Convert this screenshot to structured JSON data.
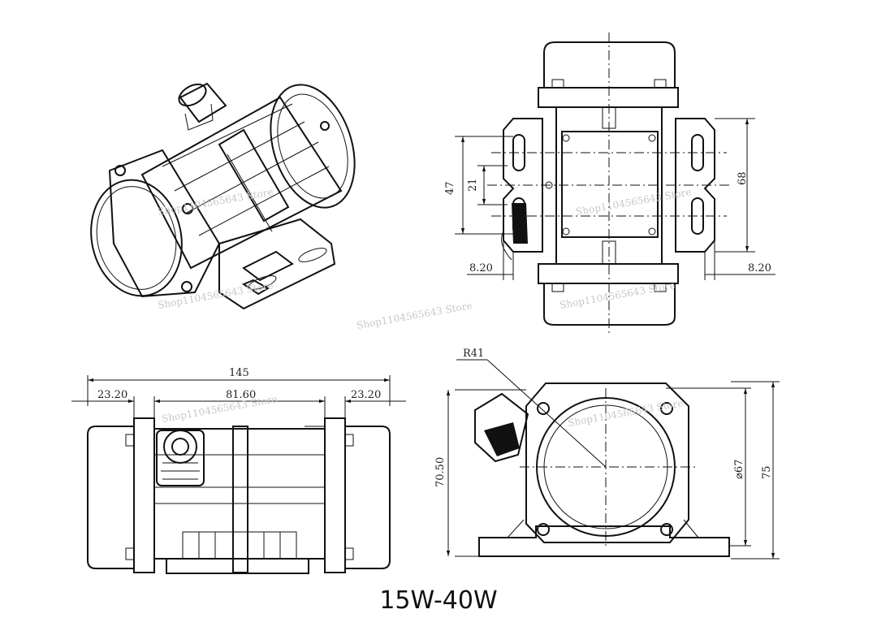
{
  "caption": "15W-40W",
  "dimensions": {
    "top_height": "47",
    "top_inner": "21",
    "top_right_height": "68",
    "top_left_offset": "8.20",
    "top_right_offset": "8.20",
    "side_total": "145",
    "side_left": "23.20",
    "side_mid": "81.60",
    "side_right": "23.20",
    "end_radius": "R41",
    "end_left_height": "70.50",
    "end_diameter": "⌀67",
    "end_right_height": "75"
  },
  "watermark": "Shop1104565643 Store",
  "colors": {
    "line": "#111111",
    "background": "#ffffff",
    "watermark": "#c8c8c8"
  }
}
